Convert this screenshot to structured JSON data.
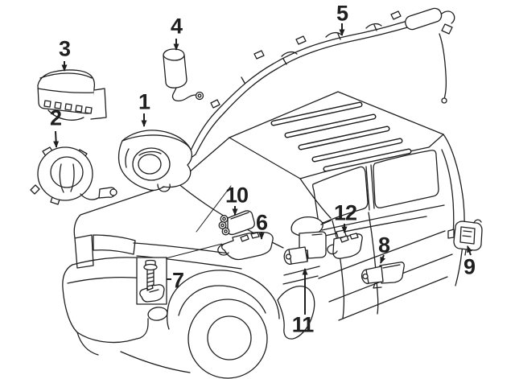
{
  "diagram": {
    "background_color": "#ffffff",
    "ink_color": "#1f1f1f",
    "callouts": [
      {
        "label": "1"
      },
      {
        "label": "2"
      },
      {
        "label": "3"
      },
      {
        "label": "4"
      },
      {
        "label": "5"
      },
      {
        "label": "6"
      },
      {
        "label": "7"
      },
      {
        "label": "8"
      },
      {
        "label": "9"
      },
      {
        "label": "10"
      },
      {
        "label": "11"
      },
      {
        "label": "12"
      }
    ]
  }
}
